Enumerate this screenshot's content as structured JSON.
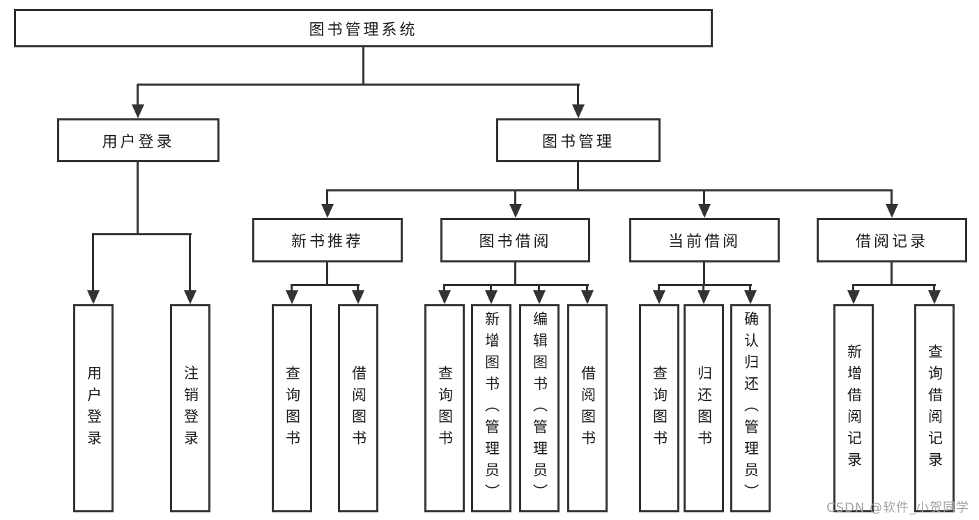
{
  "diagram_title": "图书管理系统",
  "nodes": {
    "root": {
      "label": "图书管理系统"
    },
    "user_login": {
      "label": "用户登录"
    },
    "book_management": {
      "label": "图书管理"
    },
    "new_book_recommendation": {
      "label": "新书推荐"
    },
    "book_borrowing": {
      "label": "图书借阅"
    },
    "current_borrowing": {
      "label": "当前借阅"
    },
    "borrowing_records": {
      "label": "借阅记录"
    },
    "leaf_user_login": {
      "label": "用户登录"
    },
    "leaf_logout": {
      "label": "注销登录"
    },
    "leaf_query_books_1": {
      "label": "查询图书"
    },
    "leaf_borrow_books_1": {
      "label": "借阅图书"
    },
    "leaf_query_books_2": {
      "label": "查询图书"
    },
    "leaf_add_books_admin": {
      "label": "新增图书（管理员）"
    },
    "leaf_edit_books_admin": {
      "label": "编辑图书（管理员）"
    },
    "leaf_borrow_books_2": {
      "label": "借阅图书"
    },
    "leaf_query_books_3": {
      "label": "查询图书"
    },
    "leaf_return_books": {
      "label": "归还图书"
    },
    "leaf_confirm_return_admin": {
      "label": "确认归还（管理员）"
    },
    "leaf_add_borrow_record": {
      "label": "新增借阅记录"
    },
    "leaf_query_borrow_record": {
      "label": "查询借阅记录"
    }
  },
  "hierarchy": {
    "图书管理系统": {
      "用户登录": [
        "用户登录",
        "注销登录"
      ],
      "图书管理": {
        "新书推荐": [
          "查询图书",
          "借阅图书"
        ],
        "图书借阅": [
          "查询图书",
          "新增图书（管理员）",
          "编辑图书（管理员）",
          "借阅图书"
        ],
        "当前借阅": [
          "查询图书",
          "归还图书",
          "确认归还（管理员）"
        ],
        "借阅记录": [
          "新增借阅记录",
          "查询借阅记录"
        ]
      }
    }
  },
  "watermark": {
    "text": "CSDN @软件_小贺同学"
  },
  "colors": {
    "line": "#333333",
    "text": "#1a1a1a",
    "background": "#ffffff",
    "watermark": "#a3a3a3"
  }
}
